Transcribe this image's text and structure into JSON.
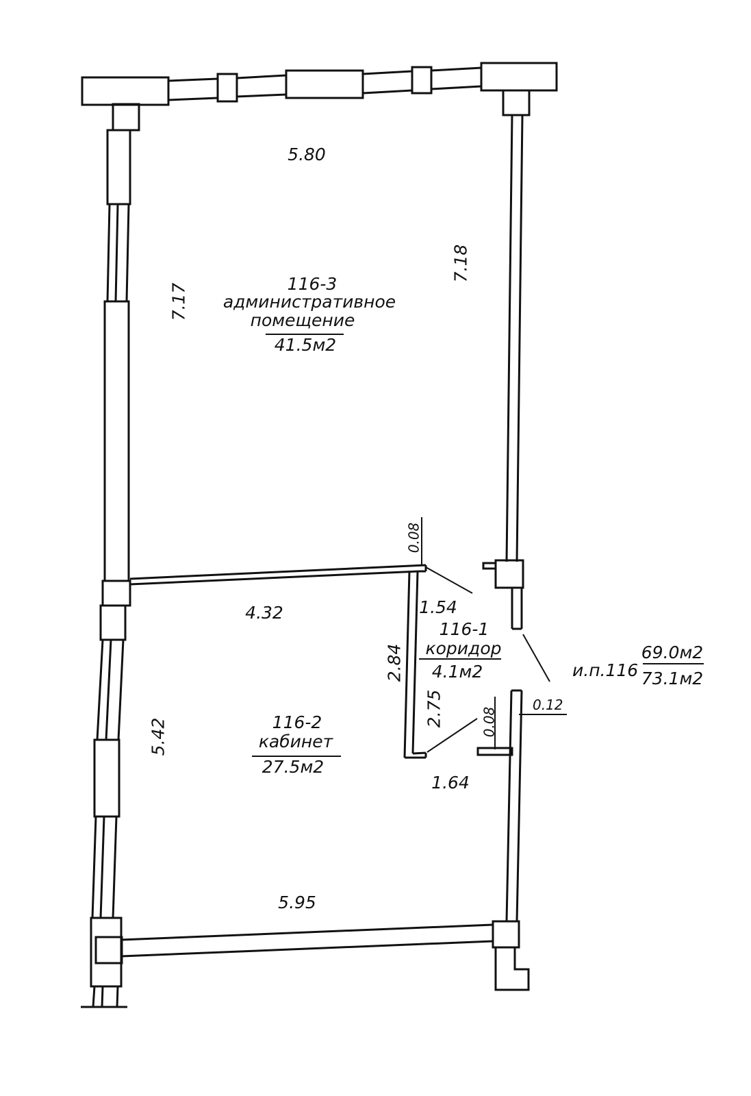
{
  "rooms": [
    {
      "id": "116-3",
      "name": "административное помещение",
      "name_line1": "административное",
      "name_line2": "помещение",
      "area": "41.5м2"
    },
    {
      "id": "116-2",
      "name": "кабинет",
      "area": "27.5м2"
    },
    {
      "id": "116-1",
      "name": "коридор",
      "area": "4.1м2"
    }
  ],
  "dimensions": {
    "top_width": "5.80",
    "left_room3": "7.17",
    "right_room3": "7.18",
    "wall_thickness_top": "0.08",
    "room2_width": "4.32",
    "corridor_diag": "1.54",
    "corridor_outer": "2.84",
    "corridor_inner": "2.75",
    "left_room2": "5.42",
    "wall_thickness_mid": "0.08",
    "wall_thickness_right": "0.12",
    "door_gap": "1.64",
    "bottom_width": "5.95"
  },
  "summary": {
    "label": "и.п.116",
    "living_area": "69.0м2",
    "total_area": "73.1м2"
  }
}
